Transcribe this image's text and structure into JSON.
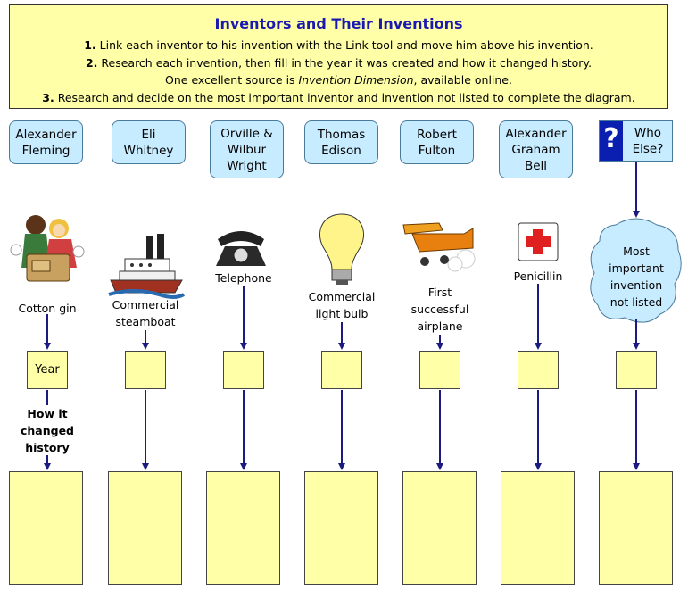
{
  "header": {
    "title": "Inventors and Their Inventions",
    "step1_num": "1.",
    "step1": "Link each inventor to his invention with the Link tool and move him above his invention.",
    "step2_num": "2.",
    "step2": "Research each invention, then fill in the year it was created and how it changed history.",
    "source_prefix": "One excellent source is",
    "source_name": "Invention Dimension",
    "source_suffix": ", available online.",
    "step3_num": "3.",
    "step3": "Research and decide on the most important inventor and invention not listed to complete the diagram."
  },
  "inventors": {
    "fleming": [
      "Alexander",
      "Fleming"
    ],
    "whitney": [
      "Eli",
      "Whitney"
    ],
    "wright": [
      "Orville &",
      "Wilbur",
      "Wright"
    ],
    "edison": [
      "Thomas",
      "Edison"
    ],
    "fulton": [
      "Robert",
      "Fulton"
    ],
    "bell": [
      "Alexander",
      "Graham",
      "Bell"
    ],
    "who_else_mark": "?",
    "who_else": [
      "Who",
      "Else?"
    ]
  },
  "inventions": {
    "cotton_gin": [
      "Cotton gin"
    ],
    "steamboat": [
      "Commercial",
      "steamboat"
    ],
    "telephone": [
      "Telephone"
    ],
    "light_bulb": [
      "Commercial",
      "light bulb"
    ],
    "airplane": [
      "First",
      "successful",
      "airplane"
    ],
    "penicillin": [
      "Penicillin"
    ],
    "not_listed": [
      "Most",
      "important",
      "invention",
      "not listed"
    ]
  },
  "labels": {
    "year": "Year",
    "how": [
      "How it",
      "changed",
      "history"
    ]
  },
  "colors": {
    "box_fill": "#ffffa8",
    "inventor_fill": "#c8ecff",
    "arrow": "#1a1a80",
    "title": "#1a1ab0",
    "cross": "#e02020"
  }
}
